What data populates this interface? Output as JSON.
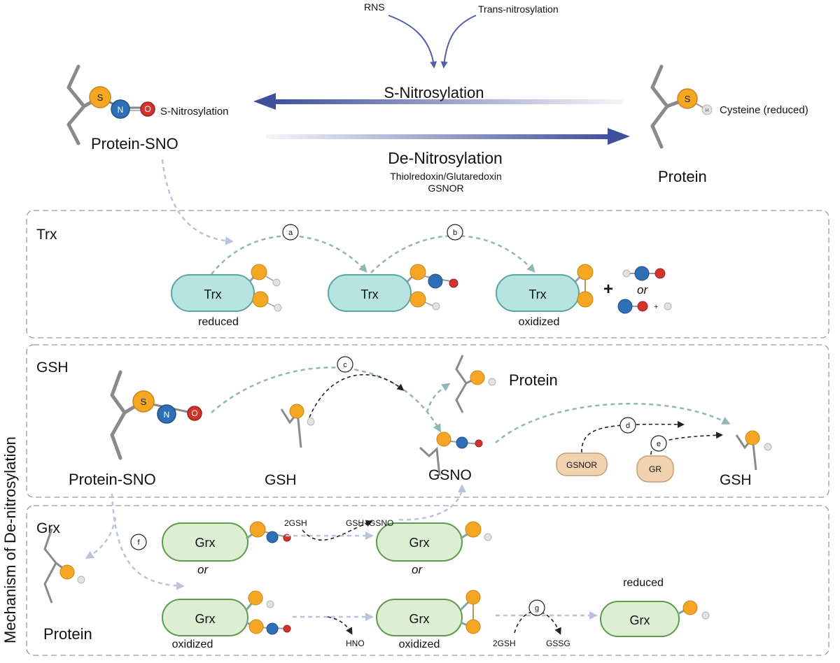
{
  "top": {
    "rns": "RNS",
    "trans_nitrosylation": "Trans-nitrosylation",
    "forward_label": "S-Nitrosylation",
    "reverse_label": "De-Nitrosylation",
    "reverse_sub1": "Thiolredoxin/Glutaredoxin",
    "reverse_sub2": "GSNOR",
    "left_group_label": "S-Nitrosylation",
    "left_name": "Protein-SNO",
    "right_group_label": "Cysteine (reduced)",
    "right_name": "Protein"
  },
  "side_title": "Mechanism of De-nitrosylation",
  "atoms": {
    "S": "S",
    "N": "N",
    "O": "O",
    "H": "H"
  },
  "panels": {
    "trx": {
      "title": "Trx",
      "enzyme": "Trx",
      "reduced_label": "reduced",
      "oxidized_label": "oxidized",
      "plus": "+",
      "or_label": "or",
      "plus_small": "+",
      "step_a": "a",
      "step_b": "b"
    },
    "gsh": {
      "title": "GSH",
      "protein_sno": "Protein-SNO",
      "gsh_left": "GSH",
      "gsno": "GSNO",
      "protein": "Protein",
      "gsnor": "GSNOR",
      "gr": "GR",
      "gsh_right": "GSH",
      "step_c": "c",
      "step_d": "d",
      "step_e": "e"
    },
    "grx": {
      "title": "Grx",
      "enzyme": "Grx",
      "or_label": "or",
      "oxidized_label": "oxidized",
      "reduced_label": "reduced",
      "twogsh_top": "2GSH",
      "gsh_gsno": "GSH+GSNO",
      "hno": "HNO",
      "twogsh_bottom": "2GSH",
      "gssg": "GSSG",
      "protein": "Protein",
      "step_f": "f",
      "step_g": "g"
    }
  },
  "colors": {
    "sulfur": "#f5a623",
    "nitrogen": "#2f6fb5",
    "oxygen": "#d0342c",
    "hydrogen": "#e2e2e2",
    "trx_fill": "#b7e4e0",
    "trx_stroke": "#5aa8a2",
    "grx_fill": "#dcefd2",
    "grx_stroke": "#5f9a4c",
    "enzyme_tan": "#f0d2b0",
    "main_arrow": "#3f4f9c",
    "teal_arrow": "#8fb8b4",
    "pale_arrow": "#b9c3dc",
    "panel_border": "#9a9a9a"
  }
}
